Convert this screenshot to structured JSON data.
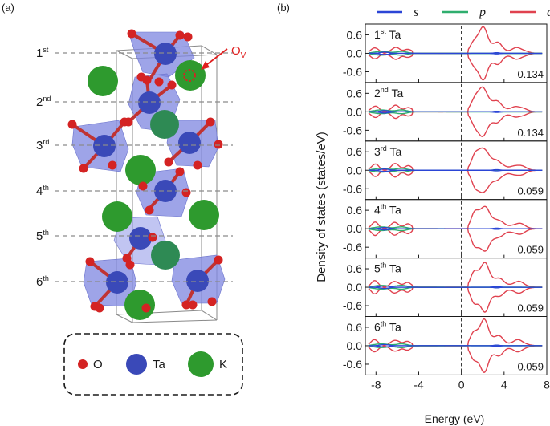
{
  "panel_a": {
    "tag": "(a)",
    "layers": [
      {
        "base": "1",
        "sup": "st",
        "label_y": 66
      },
      {
        "base": "2",
        "sup": "nd",
        "label_y": 127
      },
      {
        "base": "3",
        "sup": "rd",
        "label_y": 181
      },
      {
        "base": "4",
        "sup": "th",
        "label_y": 238
      },
      {
        "base": "5",
        "sup": "th",
        "label_y": 294
      },
      {
        "base": "6",
        "sup": "th",
        "label_y": 351
      }
    ],
    "vacancy_label": {
      "base": "O",
      "sub": "V"
    },
    "legend": [
      {
        "label": "O",
        "color": "#d42323"
      },
      {
        "label": "Ta",
        "color": "#3a49b8"
      },
      {
        "label": "K",
        "color": "#2e9a2e"
      }
    ]
  },
  "panel_b": {
    "tag": "(b)",
    "legend": [
      {
        "label": "s",
        "color": "#2b45d6"
      },
      {
        "label": "p",
        "color": "#2fae6e"
      },
      {
        "label": "d",
        "color": "#e0424f"
      }
    ],
    "ylabel": "Density of states (states/eV)",
    "xlabel": "Energy (eV)"
  },
  "chart_data": {
    "type": "line",
    "xlim": [
      -9,
      8
    ],
    "ylim": [
      -0.95,
      0.95
    ],
    "x_ticks": [
      -8,
      -4,
      0,
      4,
      8
    ],
    "y_ticks": [
      0.6,
      0.0,
      -0.6
    ],
    "xlabel": "Energy (eV)",
    "ylabel": "Density of states (states/eV)",
    "fermi_level": 0,
    "legend_position": "top",
    "series": [
      {
        "name": "s",
        "color": "#2b45d6"
      },
      {
        "name": "p",
        "color": "#2fae6e"
      },
      {
        "name": "d",
        "color": "#e0424f"
      }
    ],
    "panels": [
      {
        "label_base": "1",
        "label_sup": "st",
        "label_rest": " Ta",
        "value": "0.134"
      },
      {
        "label_base": "2",
        "label_sup": "nd",
        "label_rest": " Ta",
        "value": "0.134"
      },
      {
        "label_base": "3",
        "label_sup": "rd",
        "label_rest": " Ta",
        "value": "0.059"
      },
      {
        "label_base": "4",
        "label_sup": "th",
        "label_rest": " Ta",
        "value": "0.059"
      },
      {
        "label_base": "5",
        "label_sup": "th",
        "label_rest": " Ta",
        "value": "0.059"
      },
      {
        "label_base": "6",
        "label_sup": "th",
        "label_rest": " Ta",
        "value": "0.059"
      }
    ]
  }
}
